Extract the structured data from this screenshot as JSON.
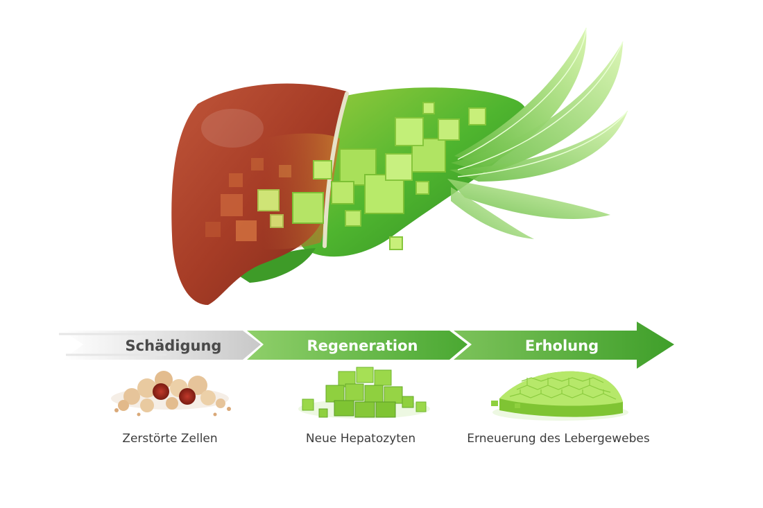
{
  "stages": [
    {
      "label": "Schädigung",
      "caption": "Zerstörte Zellen"
    },
    {
      "label": "Regeneration",
      "caption": "Neue Hepatozyten"
    },
    {
      "label": "Erholung",
      "caption": "Erneuerung des Lebergewebes"
    }
  ],
  "colors": {
    "liver_red": "#a8432a",
    "liver_green": "#4fb52f",
    "cube_light": "#c8ef7a",
    "arrow_gray": "#bdbdbd",
    "arrow_green": "#3f9f2a"
  },
  "icons": [
    "liver-illustration",
    "leaf-icon",
    "damaged-cells-icon",
    "new-cells-icon",
    "tissue-icon"
  ]
}
